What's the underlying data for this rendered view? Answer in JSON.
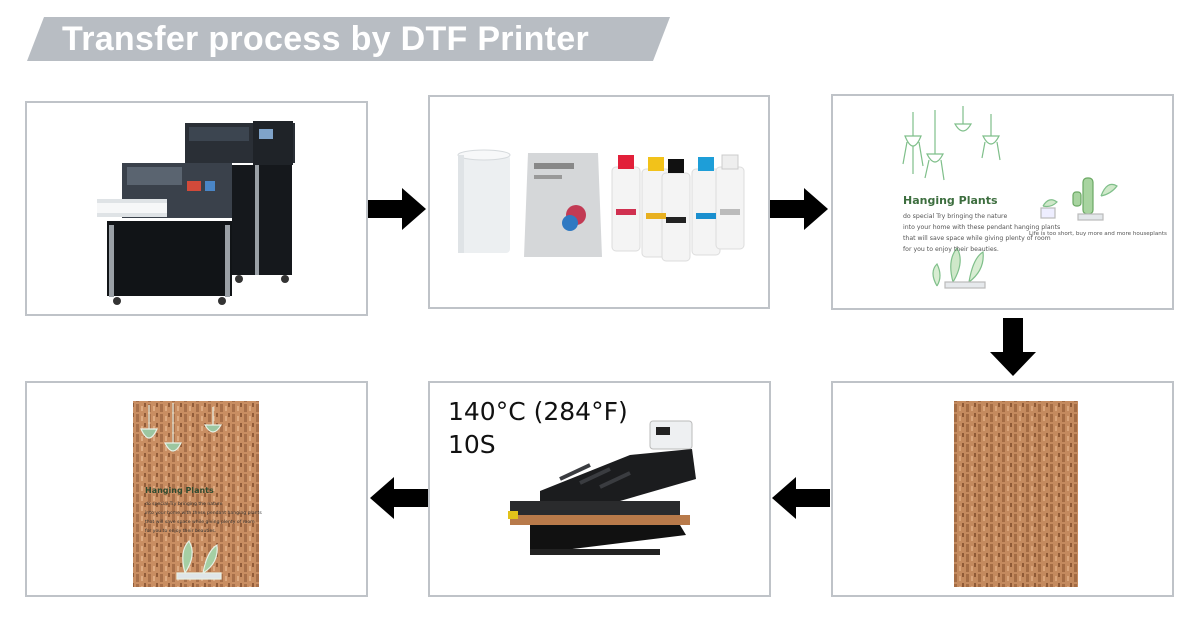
{
  "header": {
    "title": "Transfer process by DTF Printer"
  },
  "steps": {
    "step5": {
      "temperature": "140°C  (284°F)",
      "time": "10S"
    }
  },
  "artwork": {
    "title": "Hanging Plants",
    "line1": "do special Try bringing the nature",
    "line2": "into your home with these pendant hanging plants",
    "line3": "that will save space while giving plenty of room",
    "line4": "for you to enjoy their beauties.",
    "caption": "Life is too short, buy more and more houseplants"
  },
  "colors": {
    "banner": "#b8bdc3",
    "border": "#bfc3c8",
    "arrow": "#000000",
    "cork": "#c48a5e"
  }
}
